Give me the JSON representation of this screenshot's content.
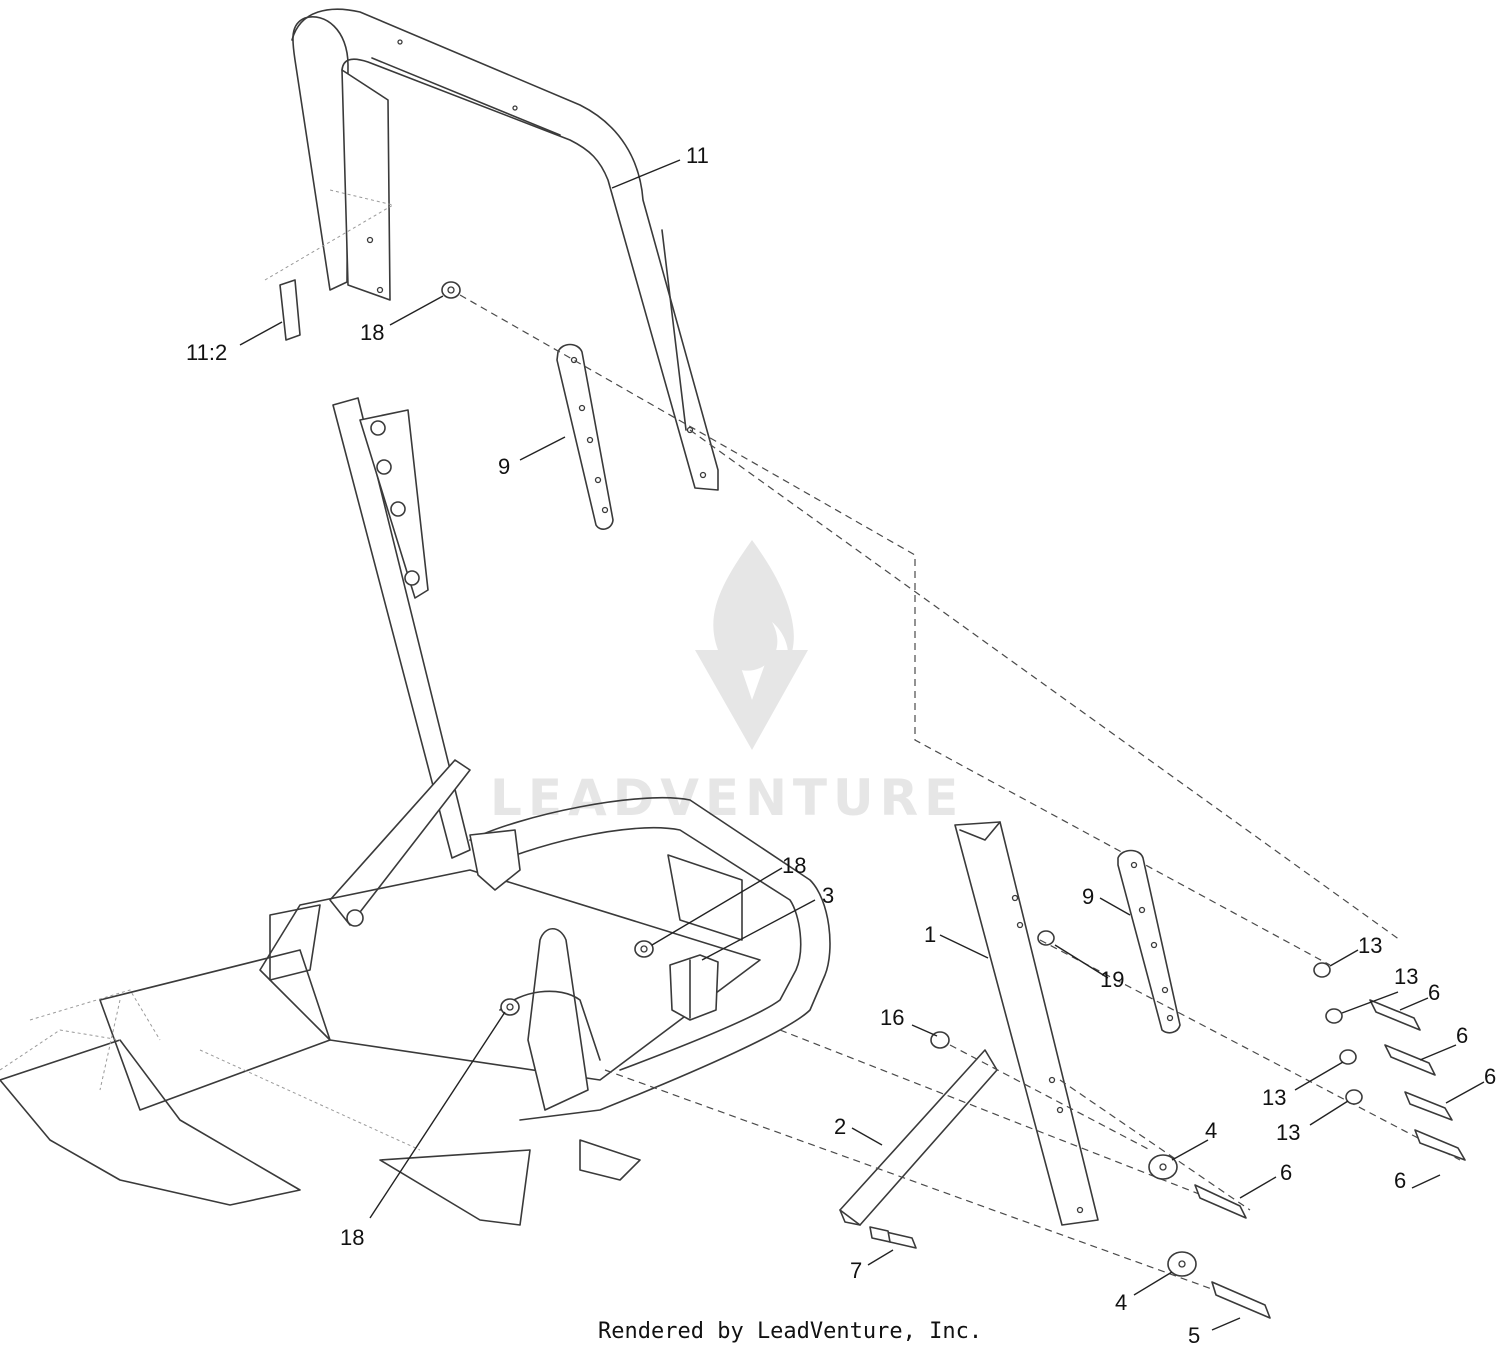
{
  "watermark": {
    "text": "LEADVENTURE",
    "logo_icon": "leadventure-flame-logo-icon"
  },
  "footer": {
    "text": "Rendered by LeadVenture, Inc."
  },
  "callouts": [
    {
      "id": "c-11",
      "label": "11"
    },
    {
      "id": "c-11-2",
      "label": "11:2"
    },
    {
      "id": "c-18-top",
      "label": "18"
    },
    {
      "id": "c-9-top",
      "label": "9"
    },
    {
      "id": "c-18-mid",
      "label": "18"
    },
    {
      "id": "c-3",
      "label": "3"
    },
    {
      "id": "c-1",
      "label": "1"
    },
    {
      "id": "c-9-right",
      "label": "9"
    },
    {
      "id": "c-19",
      "label": "19"
    },
    {
      "id": "c-13-a",
      "label": "13"
    },
    {
      "id": "c-13-b",
      "label": "13"
    },
    {
      "id": "c-6-a",
      "label": "6"
    },
    {
      "id": "c-6-b",
      "label": "6"
    },
    {
      "id": "c-6-c",
      "label": "6"
    },
    {
      "id": "c-13-c",
      "label": "13"
    },
    {
      "id": "c-13-d",
      "label": "13"
    },
    {
      "id": "c-16",
      "label": "16"
    },
    {
      "id": "c-2",
      "label": "2"
    },
    {
      "id": "c-4-a",
      "label": "4"
    },
    {
      "id": "c-6-d",
      "label": "6"
    },
    {
      "id": "c-6-e",
      "label": "6"
    },
    {
      "id": "c-18-bottom",
      "label": "18"
    },
    {
      "id": "c-7",
      "label": "7"
    },
    {
      "id": "c-4-b",
      "label": "4"
    },
    {
      "id": "c-5",
      "label": "5"
    }
  ]
}
